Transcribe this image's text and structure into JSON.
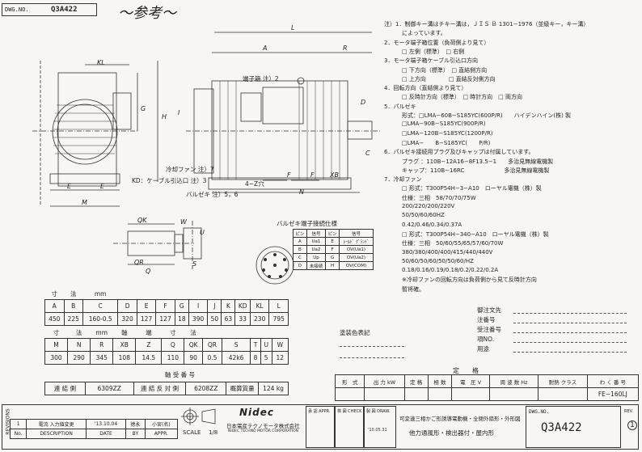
{
  "header": {
    "dwg_label": "DWG.NO.",
    "dwg_no": "Q3A422",
    "stamp": "〜参考〜"
  },
  "drawing_labels": {
    "kl": "KL",
    "h": "H",
    "g": "G",
    "e": "E",
    "m": "M",
    "l": "L",
    "a": "A",
    "r": "R",
    "i": "I",
    "d": "D",
    "c": "C",
    "terminal_box": "端子箱 注）2",
    "fan": "冷却ファン 注）7",
    "kd": "KD：ケーブル引込口 注）3",
    "plug": "バルゼキ 注）5，6",
    "holes": "4−Z穴",
    "f": "F",
    "xb": "XB",
    "n": "N",
    "qk": "QK",
    "w": "W",
    "u": "U",
    "qr": "QR",
    "q": "Q",
    "s": "S",
    "plug_title": "バルゼキ端子接続仕様"
  },
  "plug_table": {
    "header": [
      "ピン",
      "信号",
      "ピン",
      "信号"
    ],
    "rows": [
      [
        "A",
        "Ua1",
        "E",
        "ｼｰﾙﾄﾞ ｸﾞﾗﾝﾄﾞ"
      ],
      [
        "B",
        "Ua2",
        "F",
        "OV(Ua1)"
      ],
      [
        "C",
        "Up",
        "G",
        "OV(Ua2)"
      ],
      [
        "D",
        "未接続",
        "H",
        "OV(COM)"
      ]
    ]
  },
  "notes": [
    "注）1．制御キー溝はチキー溝は，ＪＩＳ Ｂ 1301−1976（並級キー，キー溝）",
    "によっています。",
    "2．モータ端子箱位置（負荷側より見て）",
    "□ 左側（標準）　□ 右側",
    "3．モータ端子箱ケーブル引込口方向",
    "□ 下方向（標準）　□ 直結側方向",
    "□ 上方向　　　　□ 直結反対側方向",
    "4．回転方向（直結側より見て）",
    "□ 反時計方向（標準）　□ 時計方向　□ 両方向",
    "5．パルゼキ",
    "形式：□LMA−60B−S185YC(600P/R)　　ハイデンハイン(株) 製",
    "□LMA−90B−S185YC(900P/R)",
    "□LMA−120B−S185YC(1200P/R)",
    "□LMA−　　B−S185YC(　　P/R)",
    "6．パルゼキ接続用プラグ及びキャップは付属しています。",
    "プラグ ：110B−12A16−8F13.5−1　　多治見無線電機製",
    "キャップ：110B−16RC　　　　　　　多治見無線電機製",
    "7．冷却ファン",
    "□ 形式：T300P54H−3−A10　ローヤル電機（株）製",
    "仕様：三相　58/70/70/75W",
    "200/220/200/220V",
    "50/50/60/60HZ",
    "0.42/0.46/0.34/0.37A",
    "□ 形式：T300P54H−340−A10　ローヤル電機（株）製",
    "仕様：三相　50/60/55/65/57/60/70W",
    "380/380/400/400/415/440/440V",
    "50/60/50/60/50/50/60/HZ",
    "0.18/0.16/0.19/0.18/0.2/0.22/0.2A",
    "※冷却ファンの回転方向は負荷側から見て反時計方向",
    "暫将確。"
  ],
  "dim_table1": {
    "title_cells": [
      "寸",
      "法",
      "mm"
    ],
    "header": [
      "A",
      "B",
      "C",
      "D",
      "E",
      "F",
      "G",
      "I",
      "J",
      "K",
      "KD",
      "KL",
      "L"
    ],
    "values": [
      "450",
      "225",
      "160-0.5",
      "320",
      "127",
      "127",
      "18",
      "390",
      "50",
      "63",
      "33",
      "230",
      "795"
    ]
  },
  "dim_table2": {
    "title_cells": [
      "寸",
      "法",
      "mm",
      "軸",
      "端",
      "寸",
      "法"
    ],
    "header": [
      "M",
      "N",
      "R",
      "XB",
      "Z",
      "Q",
      "QK",
      "QR",
      "S",
      "T",
      "U",
      "W"
    ],
    "values": [
      "300",
      "290",
      "345",
      "108",
      "14.5",
      "110",
      "90",
      "0.5",
      "42k6",
      "8",
      "5",
      "12"
    ]
  },
  "bearing": {
    "title": "軸 受 番 号",
    "drive_label": "連 結 側",
    "drive_value": "6309ZZ",
    "opp_label": "連 結 反 対 側",
    "opp_value": "6208ZZ",
    "mass_label": "概算質量",
    "mass_value": "124 kg"
  },
  "paint_label": "塗装色表記",
  "approval": {
    "rows": [
      "御注文先",
      "注番号",
      "受注番号",
      "項NO.",
      "用途"
    ]
  },
  "rating": {
    "title": "定　　格",
    "header": [
      "形　式",
      "出 力 kW",
      "定 格",
      "極 数",
      "電　圧 V",
      "周 波 数 Hz",
      "耐熱 クラス",
      "わ く 番 号"
    ],
    "frame_no": "FE−160LJ"
  },
  "title_block": {
    "rev_label": "REVISIONS",
    "rev_row": [
      "1",
      "電流 入力値変更",
      "'13.10.04",
      "徳永",
      "小宮(名)"
    ],
    "desc_row": [
      "No.",
      "DESCRIPTION",
      "DATE",
      "BY",
      "APPR."
    ],
    "scale_label": "SCALE",
    "scale_value": "1/8",
    "brand": "Nidec",
    "company": "日本電産テクノモータ株式会社",
    "company_en": "NIDEC TECHNO MOTOR CORPORATION",
    "appr_label": "承 認 APPR.",
    "check_label": "検 図 CHECK",
    "draw_label": "製 図 DRAW.",
    "date_stamp": "'10.05.31",
    "product_line1": "可変速三相かご形誘導電動機・全閉外扇形・外形図",
    "product_line2": "他力通風形・検出器付・屋内形",
    "dwg_label": "DWG.NO.",
    "dwg_no": "Q3A422",
    "rev_no_label": "REV.",
    "rev_no": "1"
  }
}
